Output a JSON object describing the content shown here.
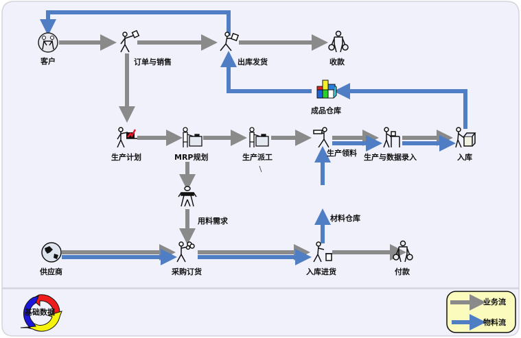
{
  "colors": {
    "business_flow": "#8a8a8a",
    "material_flow": "#4f7ec4",
    "panel_bg": "#f1f1fb",
    "panel_border": "#d4d4dc",
    "legend_bg": "#fbfbbd"
  },
  "nodes": {
    "customer": {
      "label": "客户",
      "icon": "handshake-globe-icon"
    },
    "order_sales": {
      "label": "订单与销售",
      "icon": "person-document-icon"
    },
    "shipping": {
      "label": "出库发货",
      "icon": "person-running-package-icon"
    },
    "receipt": {
      "label": "收款",
      "icon": "person-money-bags-icon"
    },
    "finished_warehouse": {
      "label": "成品仓库",
      "icon": "stacked-boxes-icon"
    },
    "production_plan": {
      "label": "生产计划",
      "icon": "person-chart-icon"
    },
    "mrp": {
      "label": "MRP规划",
      "icon": "person-desk-icon"
    },
    "dispatch": {
      "label": "生产派工",
      "icon": "person-desk-icon"
    },
    "material_issue": {
      "label": "生产领料",
      "icon": "person-carrying-box-icon"
    },
    "production_entry": {
      "label": "生产与数据录入",
      "icon": "person-workbench-icon"
    },
    "stock_in": {
      "label": "入库",
      "icon": "person-box-icon"
    },
    "material_demand": {
      "label": "用料需求",
      "icon": "person-icon"
    },
    "material_warehouse": {
      "label": "材料仓库",
      "icon": "stacked-boxes-icon"
    },
    "supplier": {
      "label": "供应商",
      "icon": "globe-icon"
    },
    "purchase": {
      "label": "采购订货",
      "icon": "person-flowers-icon"
    },
    "receiving": {
      "label": "入库进货",
      "icon": "person-bin-icon"
    },
    "payment": {
      "label": "付款",
      "icon": "person-money-bags-icon"
    }
  },
  "footer": {
    "base_data_label": "基础数据",
    "legend": {
      "business_flow_label": "业务流",
      "material_flow_label": "物料流"
    }
  }
}
